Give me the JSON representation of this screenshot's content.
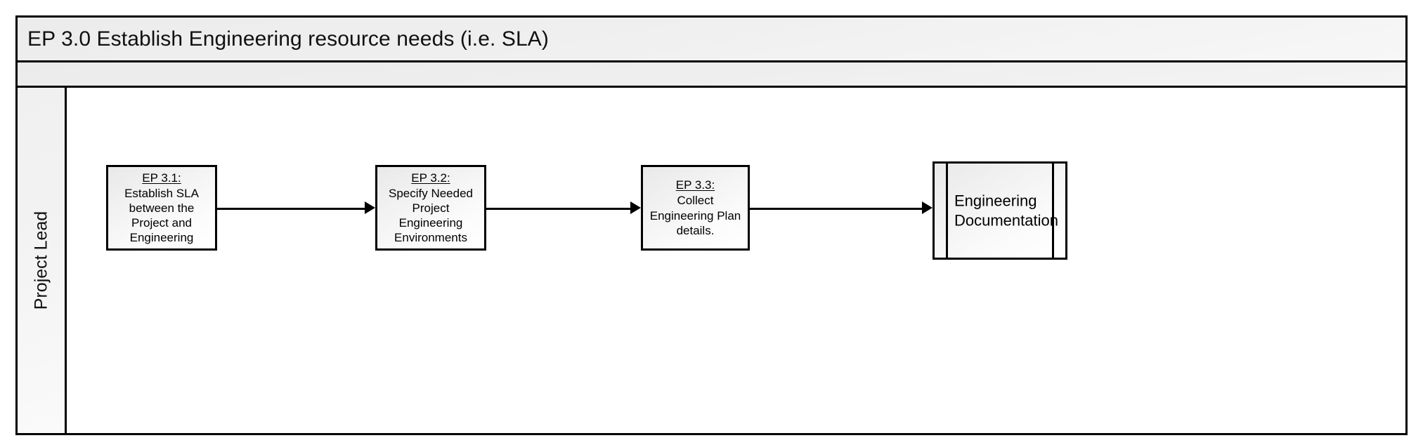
{
  "diagram": {
    "title": "EP 3.0 Establish Engineering resource needs (i.e. SLA)",
    "subheader": "",
    "colors": {
      "border": "#000000",
      "band_fill": "#efefef",
      "node_fill": "#f4f4f4",
      "lane_fill": "#f3f3f3",
      "canvas": "#ffffff"
    },
    "lane": {
      "label": "Project Lead"
    },
    "nodes": [
      {
        "id": "ep-3-1",
        "code": "EP 3.1:",
        "description": "Establish SLA between the Project and Engineering",
        "shape": "process"
      },
      {
        "id": "ep-3-2",
        "code": "EP 3.2:",
        "description": "Specify Needed Project Engineering Environments",
        "shape": "process"
      },
      {
        "id": "ep-3-3",
        "code": "EP 3.3:",
        "description": "Collect Engineering Plan details.",
        "shape": "process"
      },
      {
        "id": "engineering-documentation",
        "label": "Engineering Documentation",
        "shape": "predefined-process"
      }
    ],
    "connectors": [
      {
        "from": "ep-3-1",
        "to": "ep-3-2",
        "type": "arrow"
      },
      {
        "from": "ep-3-2",
        "to": "ep-3-3",
        "type": "arrow"
      },
      {
        "from": "ep-3-3",
        "to": "engineering-documentation",
        "type": "arrow"
      }
    ]
  }
}
